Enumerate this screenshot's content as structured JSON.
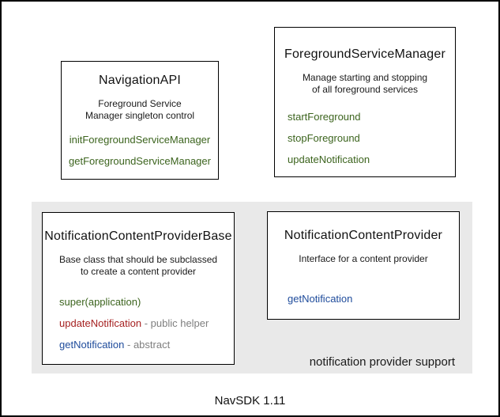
{
  "footer": "NavSDK 1.11",
  "colors": {
    "green": "#3c641e",
    "red": "#a62121",
    "blue": "#1e4b9b",
    "muted": "#7f7f7f",
    "group_background": "#e9e9e9",
    "border": "#000000"
  },
  "boxes": [
    {
      "title": "NavigationAPI",
      "description": [
        "Foreground Service",
        "Manager singleton control"
      ],
      "methods": [
        {
          "name": "initForegroundServiceManager",
          "suffix": "",
          "color": "green"
        },
        {
          "name": "getForegroundServiceManager",
          "suffix": "",
          "color": "green"
        }
      ]
    },
    {
      "title": "ForegroundServiceManager",
      "description": [
        "Manage starting and stopping",
        "of all foreground services"
      ],
      "methods": [
        {
          "name": "startForeground",
          "suffix": "",
          "color": "green"
        },
        {
          "name": "stopForeground",
          "suffix": "",
          "color": "green"
        },
        {
          "name": "updateNotification",
          "suffix": "",
          "color": "green"
        }
      ]
    },
    {
      "title": "NotificationContentProviderBase",
      "description": [
        "Base class that should be subclassed",
        "to create a content provider"
      ],
      "methods": [
        {
          "name": "super(application)",
          "suffix": "",
          "color": "green"
        },
        {
          "name": "updateNotification",
          "suffix": " - public helper",
          "color": "red"
        },
        {
          "name": "getNotification",
          "suffix": " - abstract",
          "color": "blue"
        }
      ]
    },
    {
      "title": "NotificationContentProvider",
      "description": [
        "Interface for a content provider"
      ],
      "methods": [
        {
          "name": "getNotification",
          "suffix": "",
          "color": "blue"
        }
      ]
    }
  ],
  "group": {
    "label": "notification provider support"
  }
}
